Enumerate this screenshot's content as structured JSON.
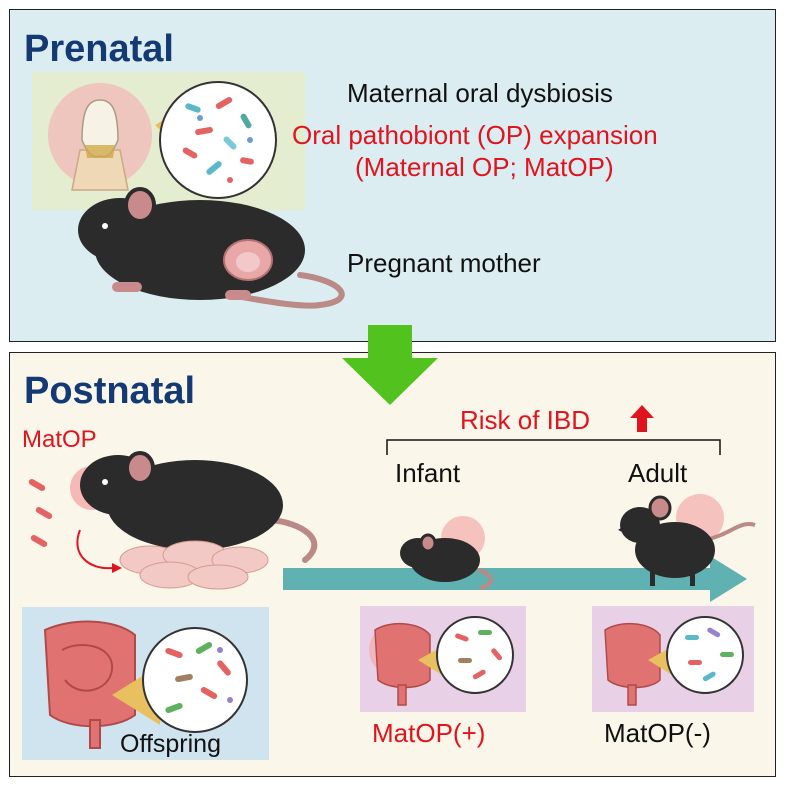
{
  "prenatal": {
    "title": "Prenatal",
    "dysbiosis": "Maternal oral dysbiosis",
    "expansion": "Oral pathobiont (OP) expansion",
    "matop_def": "(Maternal OP; MatOP)",
    "mother": "Pregnant mother"
  },
  "postnatal": {
    "title": "Postnatal",
    "matop": "MatOP",
    "risk": "Risk of IBD",
    "infant": "Infant",
    "adult": "Adult",
    "offspring": "Offspring",
    "matop_pos": "MatOP(+)",
    "matop_neg": "MatOP(-)"
  },
  "colors": {
    "heading": "#143a75",
    "red_text": "#e0141e",
    "down_arrow": "#52c21f",
    "timeline_arrow": "#5fb1b2",
    "prenatal_bg": "#dcedf2",
    "postnatal_bg": "#fbf6ea",
    "offspring_box": "#cfe4ee",
    "gut_box": "#e8d0e6",
    "mouse": "#2b2b2b"
  },
  "icons": [
    "tooth-icon",
    "bacteria-circle-icon",
    "mouse-icon",
    "pups-icon",
    "intestine-icon",
    "up-arrow-icon",
    "down-arrow-icon",
    "timeline-arrow-icon"
  ]
}
